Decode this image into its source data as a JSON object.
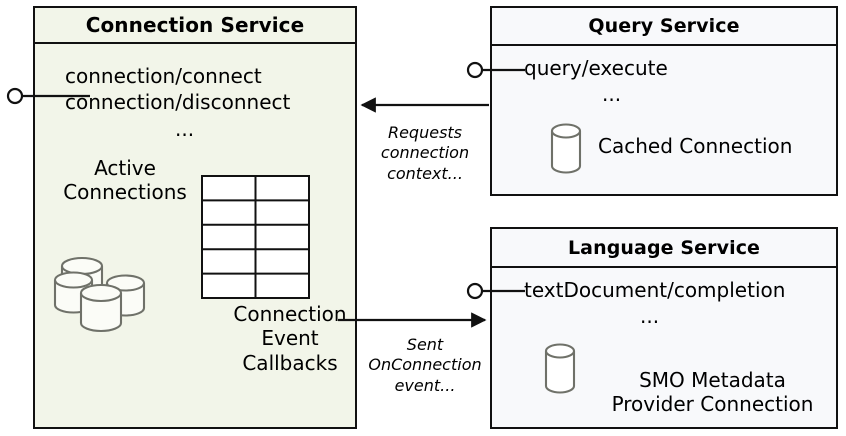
{
  "diagram": {
    "type": "uml-component-diagram",
    "colors": {
      "connection_service_fill": "#f2f5e9",
      "service_fill": "#f8f9fb",
      "stroke": "#111111",
      "icon_stroke": "#6f7169"
    }
  },
  "components": {
    "connection_service": {
      "title": "Connection Service",
      "interfaces": "connection/connect\nconnection/disconnect",
      "interface_lines": [
        "connection/connect",
        "connection/disconnect"
      ],
      "ellipsis": "...",
      "stores": {
        "active_connections_label": "Active\nConnections",
        "active_connections_icon": "database-cluster-icon",
        "callbacks_label": "Connection\nEvent\nCallbacks",
        "callbacks_icon": "table-grid-icon",
        "callbacks_table": {
          "rows": 5,
          "columns": 2
        }
      },
      "provided_interface_icon": "lollipop-interface-icon"
    },
    "query_service": {
      "title": "Query Service",
      "interfaces": "query/execute",
      "interface_lines": [
        "query/execute"
      ],
      "ellipsis": "...",
      "stores": {
        "cached_connection_label": "Cached Connection",
        "cached_connection_icon": "database-cylinder-icon"
      },
      "provided_interface_icon": "lollipop-interface-icon"
    },
    "language_service": {
      "title": "Language Service",
      "interfaces": "textDocument/completion",
      "interface_lines": [
        "textDocument/completion"
      ],
      "ellipsis": "...",
      "stores": {
        "provider_connection_label": "SMO Metadata\nProvider Connection",
        "provider_connection_icon": "database-cylinder-icon"
      },
      "provided_interface_icon": "lollipop-interface-icon"
    }
  },
  "edges": [
    {
      "id": "query-to-connection",
      "from": "query_service",
      "to": "connection_service",
      "label": "Requests\nconnection\ncontext...",
      "arrow": "left"
    },
    {
      "id": "connection-to-language",
      "from": "connection_service",
      "to": "language_service",
      "label": "Sent\nOnConnection\nevent...",
      "arrow": "right"
    }
  ]
}
